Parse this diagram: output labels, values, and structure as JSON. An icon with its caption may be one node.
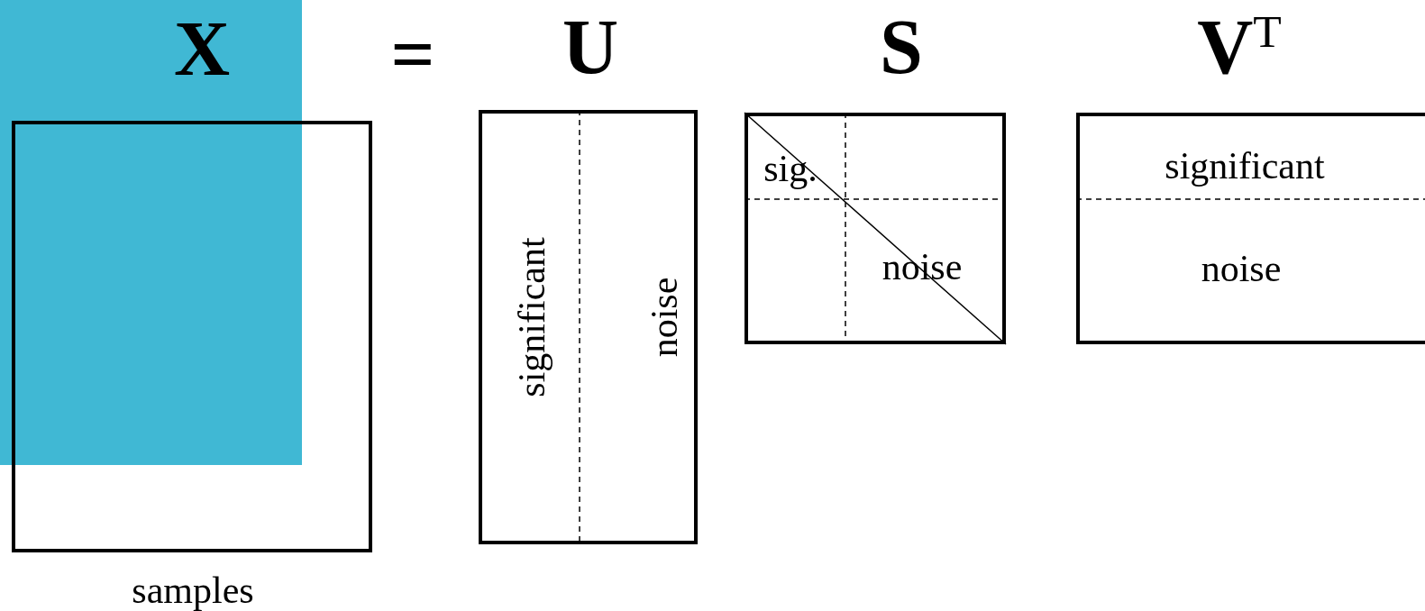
{
  "diagram": {
    "nodes": [
      {
        "text": [
          "X"
        ],
        "beside": [
          "samples"
        ]
      },
      {
        "text": [
          "U",
          "significant",
          "noise"
        ]
      },
      {
        "text": [
          "S",
          "sig.",
          "noise"
        ]
      },
      {
        "text": [
          "V$^{T}$",
          "significant",
          "noise"
        ]
      }
    ],
    "labels": [
      "="
    ]
  }
}
